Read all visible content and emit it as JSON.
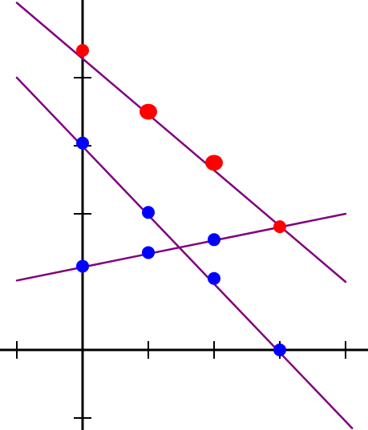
{
  "colors": {
    "background": "#ffffff",
    "axis": "#000000",
    "line": "#800080",
    "point_red": "#ff0000",
    "point_blue": "#0000ff"
  },
  "diagram": {
    "axes": {
      "x_ticks": [
        -1,
        1,
        2,
        3,
        4
      ],
      "y_ticks": [
        -1,
        2,
        3,
        4
      ]
    },
    "lines": [
      {
        "id": "upper-line",
        "from": [
          -1,
          5.1
        ],
        "to": [
          4.0,
          1.0
        ]
      },
      {
        "id": "lower-line",
        "from": [
          -1,
          4.0
        ],
        "to": [
          4.1,
          -1.15
        ]
      },
      {
        "id": "shallow-line",
        "from": [
          -1,
          1.02
        ],
        "to": [
          4.0,
          2.0
        ]
      }
    ],
    "points": [
      {
        "id": "red-point-1",
        "coords": [
          0,
          4.4
        ],
        "color": "red",
        "size": "medium"
      },
      {
        "id": "red-point-2",
        "coords": [
          1,
          3.5
        ],
        "color": "red",
        "size": "large"
      },
      {
        "id": "red-point-3",
        "coords": [
          2,
          2.75
        ],
        "color": "red",
        "size": "large"
      },
      {
        "id": "red-point-4",
        "coords": [
          3,
          1.81
        ],
        "color": "red",
        "size": "medium"
      },
      {
        "id": "blue-point-1",
        "coords": [
          0,
          3.04
        ],
        "color": "blue",
        "size": "medium"
      },
      {
        "id": "blue-point-2",
        "coords": [
          1,
          2.02
        ],
        "color": "blue",
        "size": "medium"
      },
      {
        "id": "blue-point-3",
        "coords": [
          2,
          1.05
        ],
        "color": "blue",
        "size": "medium"
      },
      {
        "id": "blue-point-4",
        "coords": [
          3,
          0.0
        ],
        "color": "blue",
        "size": "medium"
      },
      {
        "id": "blue-point-5",
        "coords": [
          0,
          1.23
        ],
        "color": "blue",
        "size": "medium"
      },
      {
        "id": "blue-point-6",
        "coords": [
          1,
          1.43
        ],
        "color": "blue",
        "size": "medium"
      },
      {
        "id": "blue-point-7",
        "coords": [
          2,
          1.62
        ],
        "color": "blue",
        "size": "medium"
      }
    ]
  }
}
